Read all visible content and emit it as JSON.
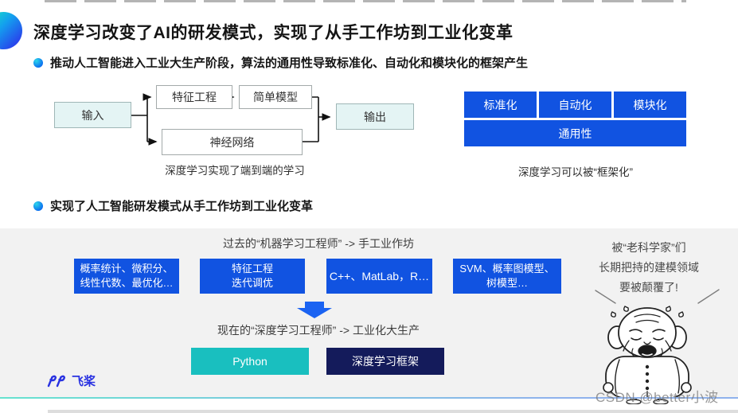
{
  "slide": {
    "title": "深度学习改变了AI的研发模式，实现了从手工作坊到工业化变革",
    "bullet1": "推动人工智能进入工业大生产阶段，算法的通用性导致标准化、自动化和模块化的框架产生",
    "bullet2": "实现了人工智能研发模式从手工作坊到工业化变革"
  },
  "pipeline": {
    "input": "输入",
    "feature": "特征工程",
    "simple_model": "简单模型",
    "neural_net": "神经网络",
    "output": "输出",
    "caption": "深度学习实现了端到端的学习"
  },
  "framework": {
    "items": [
      "标准化",
      "自动化",
      "模块化"
    ],
    "generality": "通用性",
    "caption": "深度学习可以被“框架化”"
  },
  "workshop": {
    "past_header": "过去的“机器学习工程师” -> 手工业作坊",
    "past_boxes": [
      {
        "line1": "概率统计、微积分、",
        "line2": "线性代数、最优化…"
      },
      {
        "line1": "特征工程",
        "line2": "迭代调优"
      },
      {
        "line1": "C++、MatLab，R…"
      },
      {
        "line1": "SVM、概率图模型、",
        "line2": "树模型…"
      }
    ],
    "now_header": "现在的“深度学习工程师” -> 工业化大生产",
    "now_boxes": [
      {
        "label": "Python"
      },
      {
        "label": "深度学习框架"
      }
    ],
    "speech_line1": "被“老科学家”们",
    "speech_line2": "长期把持的建模领域",
    "speech_line3": "要被颠覆了!"
  },
  "footer": {
    "brand": "飞桨",
    "watermark": "CSDN @better小波"
  },
  "colors": {
    "primary_blue": "#1153e1",
    "teal": "#19bfbf",
    "navy": "#141b5b",
    "io_box_fill": "#e4f4f4",
    "brand_blue": "#2932e1",
    "bullet_gradient_top": "#2bd6ea",
    "bullet_gradient_bottom": "#0a6cf0",
    "footer_line_left": "#66e2cf",
    "footer_line_right": "#8fb2ec",
    "panel_gray": "#f2f2f2"
  }
}
